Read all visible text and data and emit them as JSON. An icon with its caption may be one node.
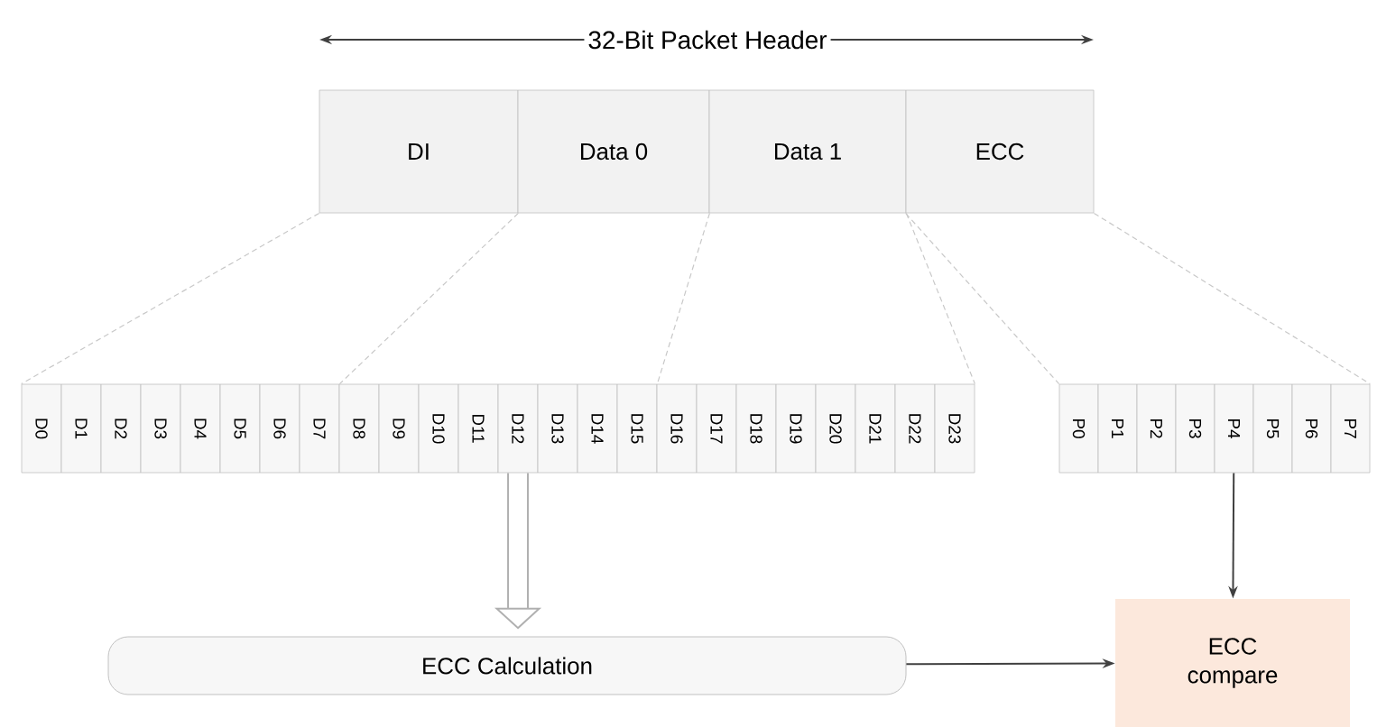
{
  "diagram": {
    "title": "32-Bit Packet Header",
    "nodes": [
      {
        "text": [
          "DI"
        ]
      },
      {
        "text": [
          "Data 0"
        ]
      },
      {
        "text": [
          "Data 1"
        ]
      },
      {
        "text": [
          "ECC"
        ]
      },
      {
        "text": [
          "D0"
        ]
      },
      {
        "text": [
          "D1"
        ]
      },
      {
        "text": [
          "D2"
        ]
      },
      {
        "text": [
          "D3"
        ]
      },
      {
        "text": [
          "D4"
        ]
      },
      {
        "text": [
          "D5"
        ]
      },
      {
        "text": [
          "D6"
        ]
      },
      {
        "text": [
          "D7"
        ]
      },
      {
        "text": [
          "D8"
        ]
      },
      {
        "text": [
          "D9"
        ]
      },
      {
        "text": [
          "D10"
        ]
      },
      {
        "text": [
          "D11"
        ]
      },
      {
        "text": [
          "D12"
        ]
      },
      {
        "text": [
          "D13"
        ]
      },
      {
        "text": [
          "D14"
        ]
      },
      {
        "text": [
          "D15"
        ]
      },
      {
        "text": [
          "D16"
        ]
      },
      {
        "text": [
          "D17"
        ]
      },
      {
        "text": [
          "D18"
        ]
      },
      {
        "text": [
          "D19"
        ]
      },
      {
        "text": [
          "D20"
        ]
      },
      {
        "text": [
          "D21"
        ]
      },
      {
        "text": [
          "D22"
        ]
      },
      {
        "text": [
          "D23"
        ]
      },
      {
        "text": [
          "P0"
        ]
      },
      {
        "text": [
          "P1"
        ]
      },
      {
        "text": [
          "P2"
        ]
      },
      {
        "text": [
          "P3"
        ]
      },
      {
        "text": [
          "P4"
        ]
      },
      {
        "text": [
          "P5"
        ]
      },
      {
        "text": [
          "P6"
        ]
      },
      {
        "text": [
          "P7"
        ]
      },
      {
        "text": [
          "ECC Calculation"
        ]
      },
      {
        "text": [
          "ECC compare"
        ]
      }
    ],
    "edges": [
      {
        "from": 0,
        "to": 4,
        "arrow": "none",
        "style": "dashed",
        "color": "#c8c8c8"
      },
      {
        "from": 0,
        "to": 11,
        "arrow": "none",
        "style": "dashed",
        "color": "#c8c8c8"
      },
      {
        "from": 1,
        "to": 19,
        "arrow": "none",
        "style": "dashed",
        "color": "#c8c8c8"
      },
      {
        "from": 2,
        "to": 27,
        "arrow": "none",
        "style": "dashed",
        "color": "#c8c8c8"
      },
      {
        "from": 3,
        "to": 28,
        "arrow": "none",
        "style": "dashed",
        "color": "#c8c8c8"
      },
      {
        "from": 3,
        "to": 35,
        "arrow": "none",
        "style": "dashed",
        "color": "#c8c8c8"
      },
      {
        "from": 16,
        "to": 36,
        "arrow": "to",
        "style": "thick",
        "color": "#b0b0b0"
      },
      {
        "from": 32,
        "to": 37,
        "arrow": "to",
        "color": "#404040"
      },
      {
        "from": 36,
        "to": 37,
        "arrow": "to",
        "color": "#404040"
      }
    ]
  }
}
